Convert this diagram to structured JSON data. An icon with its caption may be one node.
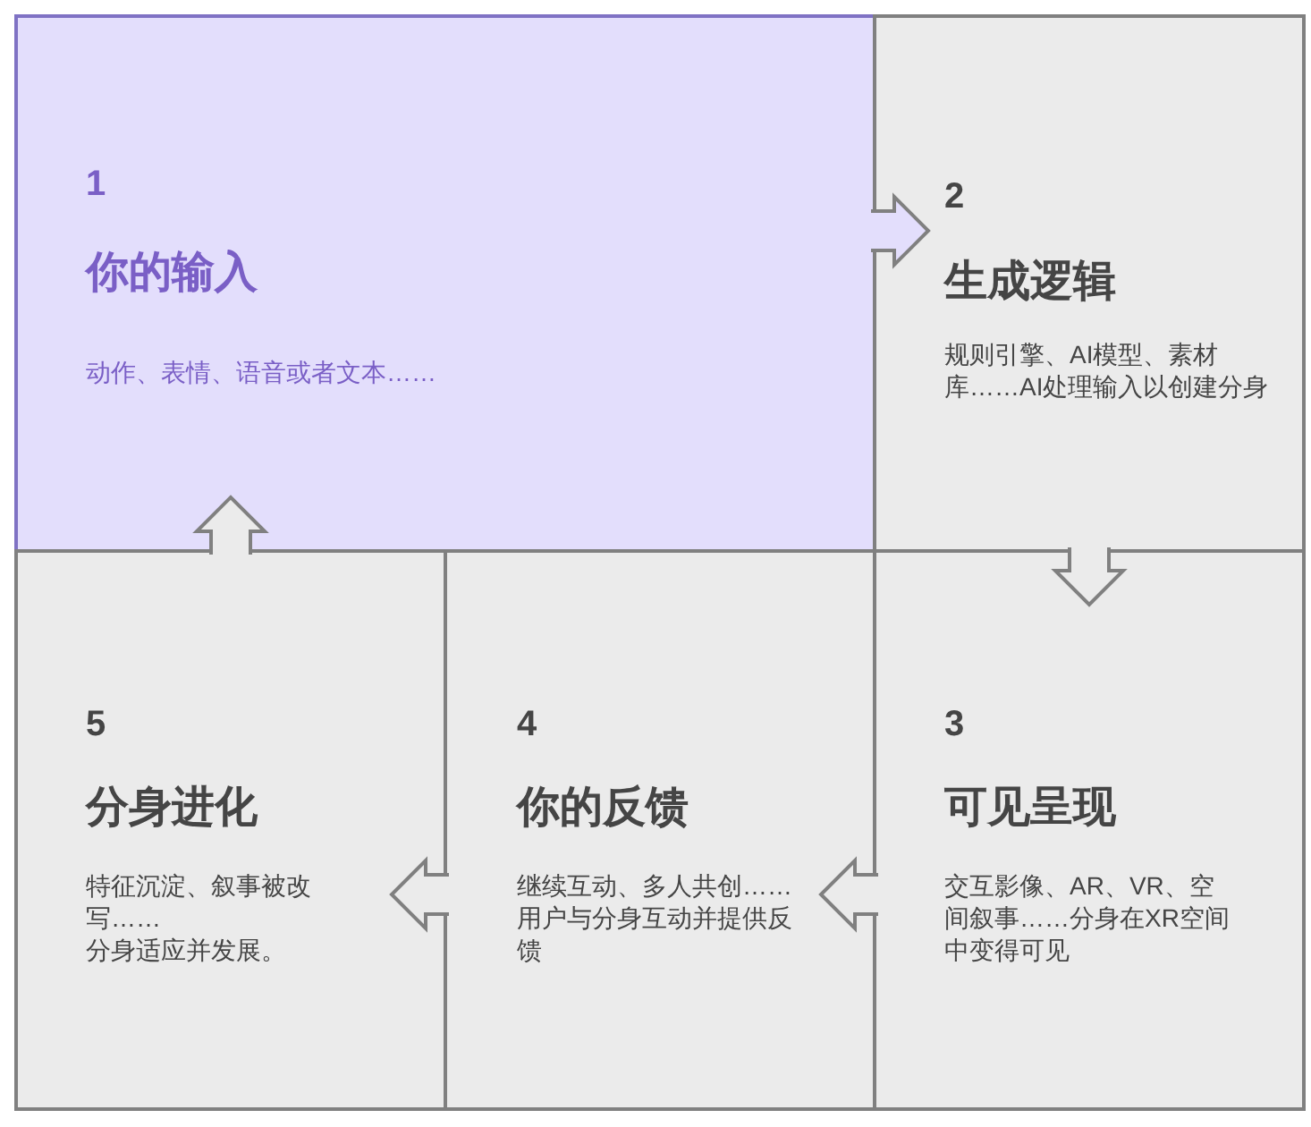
{
  "diagram": {
    "nodes": [
      {
        "text": [
          "1",
          "你的输入",
          "动作、表情、语音或者文本……"
        ]
      },
      {
        "text": [
          "2",
          "生成逻辑",
          "规则引擎、AI模型、素材库……AI处理输入以创建分身"
        ]
      },
      {
        "text": [
          "3",
          "可见呈现",
          "交互影像、AR、VR、空间叙事……分身在XR空间中变得可见"
        ]
      },
      {
        "text": [
          "4",
          "你的反馈",
          "继续互动、多人共创……",
          "用户与分身互动并提供反馈"
        ]
      },
      {
        "text": [
          "5",
          "分身进化",
          "特征沉淀、叙事被改写……",
          "分身适应并发展。"
        ]
      }
    ],
    "edges": [
      {
        "from": 0,
        "to": 1,
        "arrow": "to"
      },
      {
        "from": 1,
        "to": 2,
        "arrow": "to"
      },
      {
        "from": 2,
        "to": 3,
        "arrow": "to"
      },
      {
        "from": 3,
        "to": 4,
        "arrow": "to"
      },
      {
        "from": 4,
        "to": 0,
        "arrow": "to"
      }
    ]
  }
}
